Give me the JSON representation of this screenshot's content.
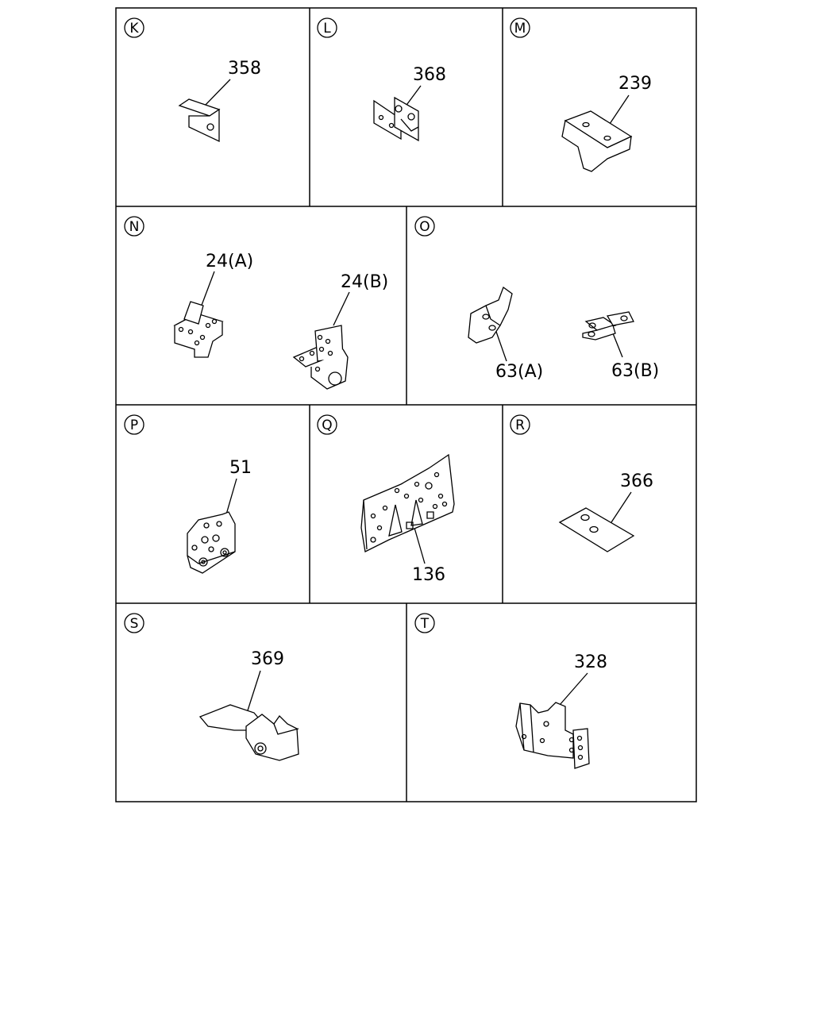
{
  "panels": [
    {
      "letter": "K",
      "parts": [
        "358"
      ]
    },
    {
      "letter": "L",
      "parts": [
        "368"
      ]
    },
    {
      "letter": "M",
      "parts": [
        "239"
      ]
    },
    {
      "letter": "N",
      "parts": [
        "24(A)",
        "24(B)"
      ]
    },
    {
      "letter": "O",
      "parts": [
        "63(A)",
        "63(B)"
      ]
    },
    {
      "letter": "P",
      "parts": [
        "51"
      ]
    },
    {
      "letter": "Q",
      "parts": [
        "136"
      ]
    },
    {
      "letter": "R",
      "parts": [
        "366"
      ]
    },
    {
      "letter": "S",
      "parts": [
        "369"
      ]
    },
    {
      "letter": "T",
      "parts": [
        "328"
      ]
    }
  ]
}
